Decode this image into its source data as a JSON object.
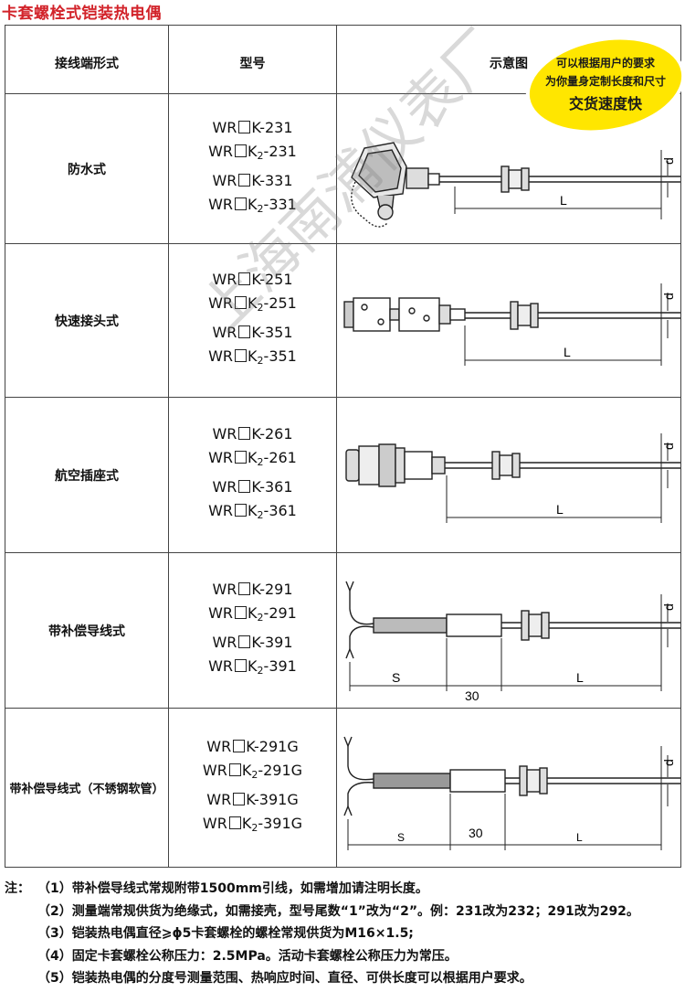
{
  "title": "卡套螺栓式铠装热电偶",
  "header": {
    "col1": "接线端形式",
    "col2": "型号",
    "col3": "示意图"
  },
  "badge": {
    "line1": "可以根据用户的要求",
    "line2": "为你量身定制长度和尺寸",
    "line3": "交货速度快"
  },
  "watermark": "上海南浦仪表厂",
  "rows": [
    {
      "type": "防水式",
      "models": [
        [
          "WR",
          "K",
          "-231"
        ],
        [
          "WR",
          "K",
          "2",
          "-231"
        ],
        [
          "WR",
          "K",
          "-331"
        ],
        [
          "WR",
          "K",
          "2",
          "-331"
        ]
      ],
      "dim_d": "d",
      "dim_l": "L"
    },
    {
      "type": "快速接头式",
      "models": [
        [
          "WR",
          "K",
          "-251"
        ],
        [
          "WR",
          "K",
          "2",
          "-251"
        ],
        [
          "WR",
          "K",
          "-351"
        ],
        [
          "WR",
          "K",
          "2",
          "-351"
        ]
      ],
      "dim_d": "d",
      "dim_l": "L"
    },
    {
      "type": "航空插座式",
      "models": [
        [
          "WR",
          "K",
          "-261"
        ],
        [
          "WR",
          "K",
          "2",
          "-261"
        ],
        [
          "WR",
          "K",
          "-361"
        ],
        [
          "WR",
          "K",
          "2",
          "-361"
        ]
      ],
      "dim_d": "d",
      "dim_l": "L"
    },
    {
      "type": "带补偿导线式",
      "models": [
        [
          "WR",
          "K",
          "-291"
        ],
        [
          "WR",
          "K",
          "2",
          "-291"
        ],
        [
          "WR",
          "K",
          "-391"
        ],
        [
          "WR",
          "K",
          "2",
          "-391"
        ]
      ],
      "dim_d": "d",
      "dim_l": "L",
      "dim_s": "S",
      "dim_30": "30"
    },
    {
      "type": "带补偿导线式（不锈钢软管）",
      "models": [
        [
          "WR",
          "K",
          "-291G"
        ],
        [
          "WR",
          "K",
          "2",
          "-291G"
        ],
        [
          "WR",
          "K",
          "-391G"
        ],
        [
          "WR",
          "K",
          "2",
          "-391G"
        ]
      ],
      "dim_d": "d",
      "dim_l": "L",
      "dim_s": "S",
      "dim_30": "30"
    }
  ],
  "notes": {
    "label": "注：",
    "items": [
      "（1）带补偿导线式常规附带1500mm引线，如需增加请注明长度。",
      "（2）测量端常规供货为绝缘式，如需接壳，型号尾数“1”改为“2”。例：231改为232；291改为292。",
      "（3）铠装热电偶直径⩾ϕ5卡套螺栓的螺栓常规供货为M16×1.5;",
      "（4）固定卡套螺栓公称压力：2.5MPa。活动卡套螺栓公称压力为常压。",
      "（5）铠装热电偶的分度号测量范围、热响应时间、直径、可供长度可以根据用户要求。"
    ]
  },
  "colors": {
    "title": "#d2232a",
    "badge_fill": "#ffe600",
    "border": "#444444"
  }
}
